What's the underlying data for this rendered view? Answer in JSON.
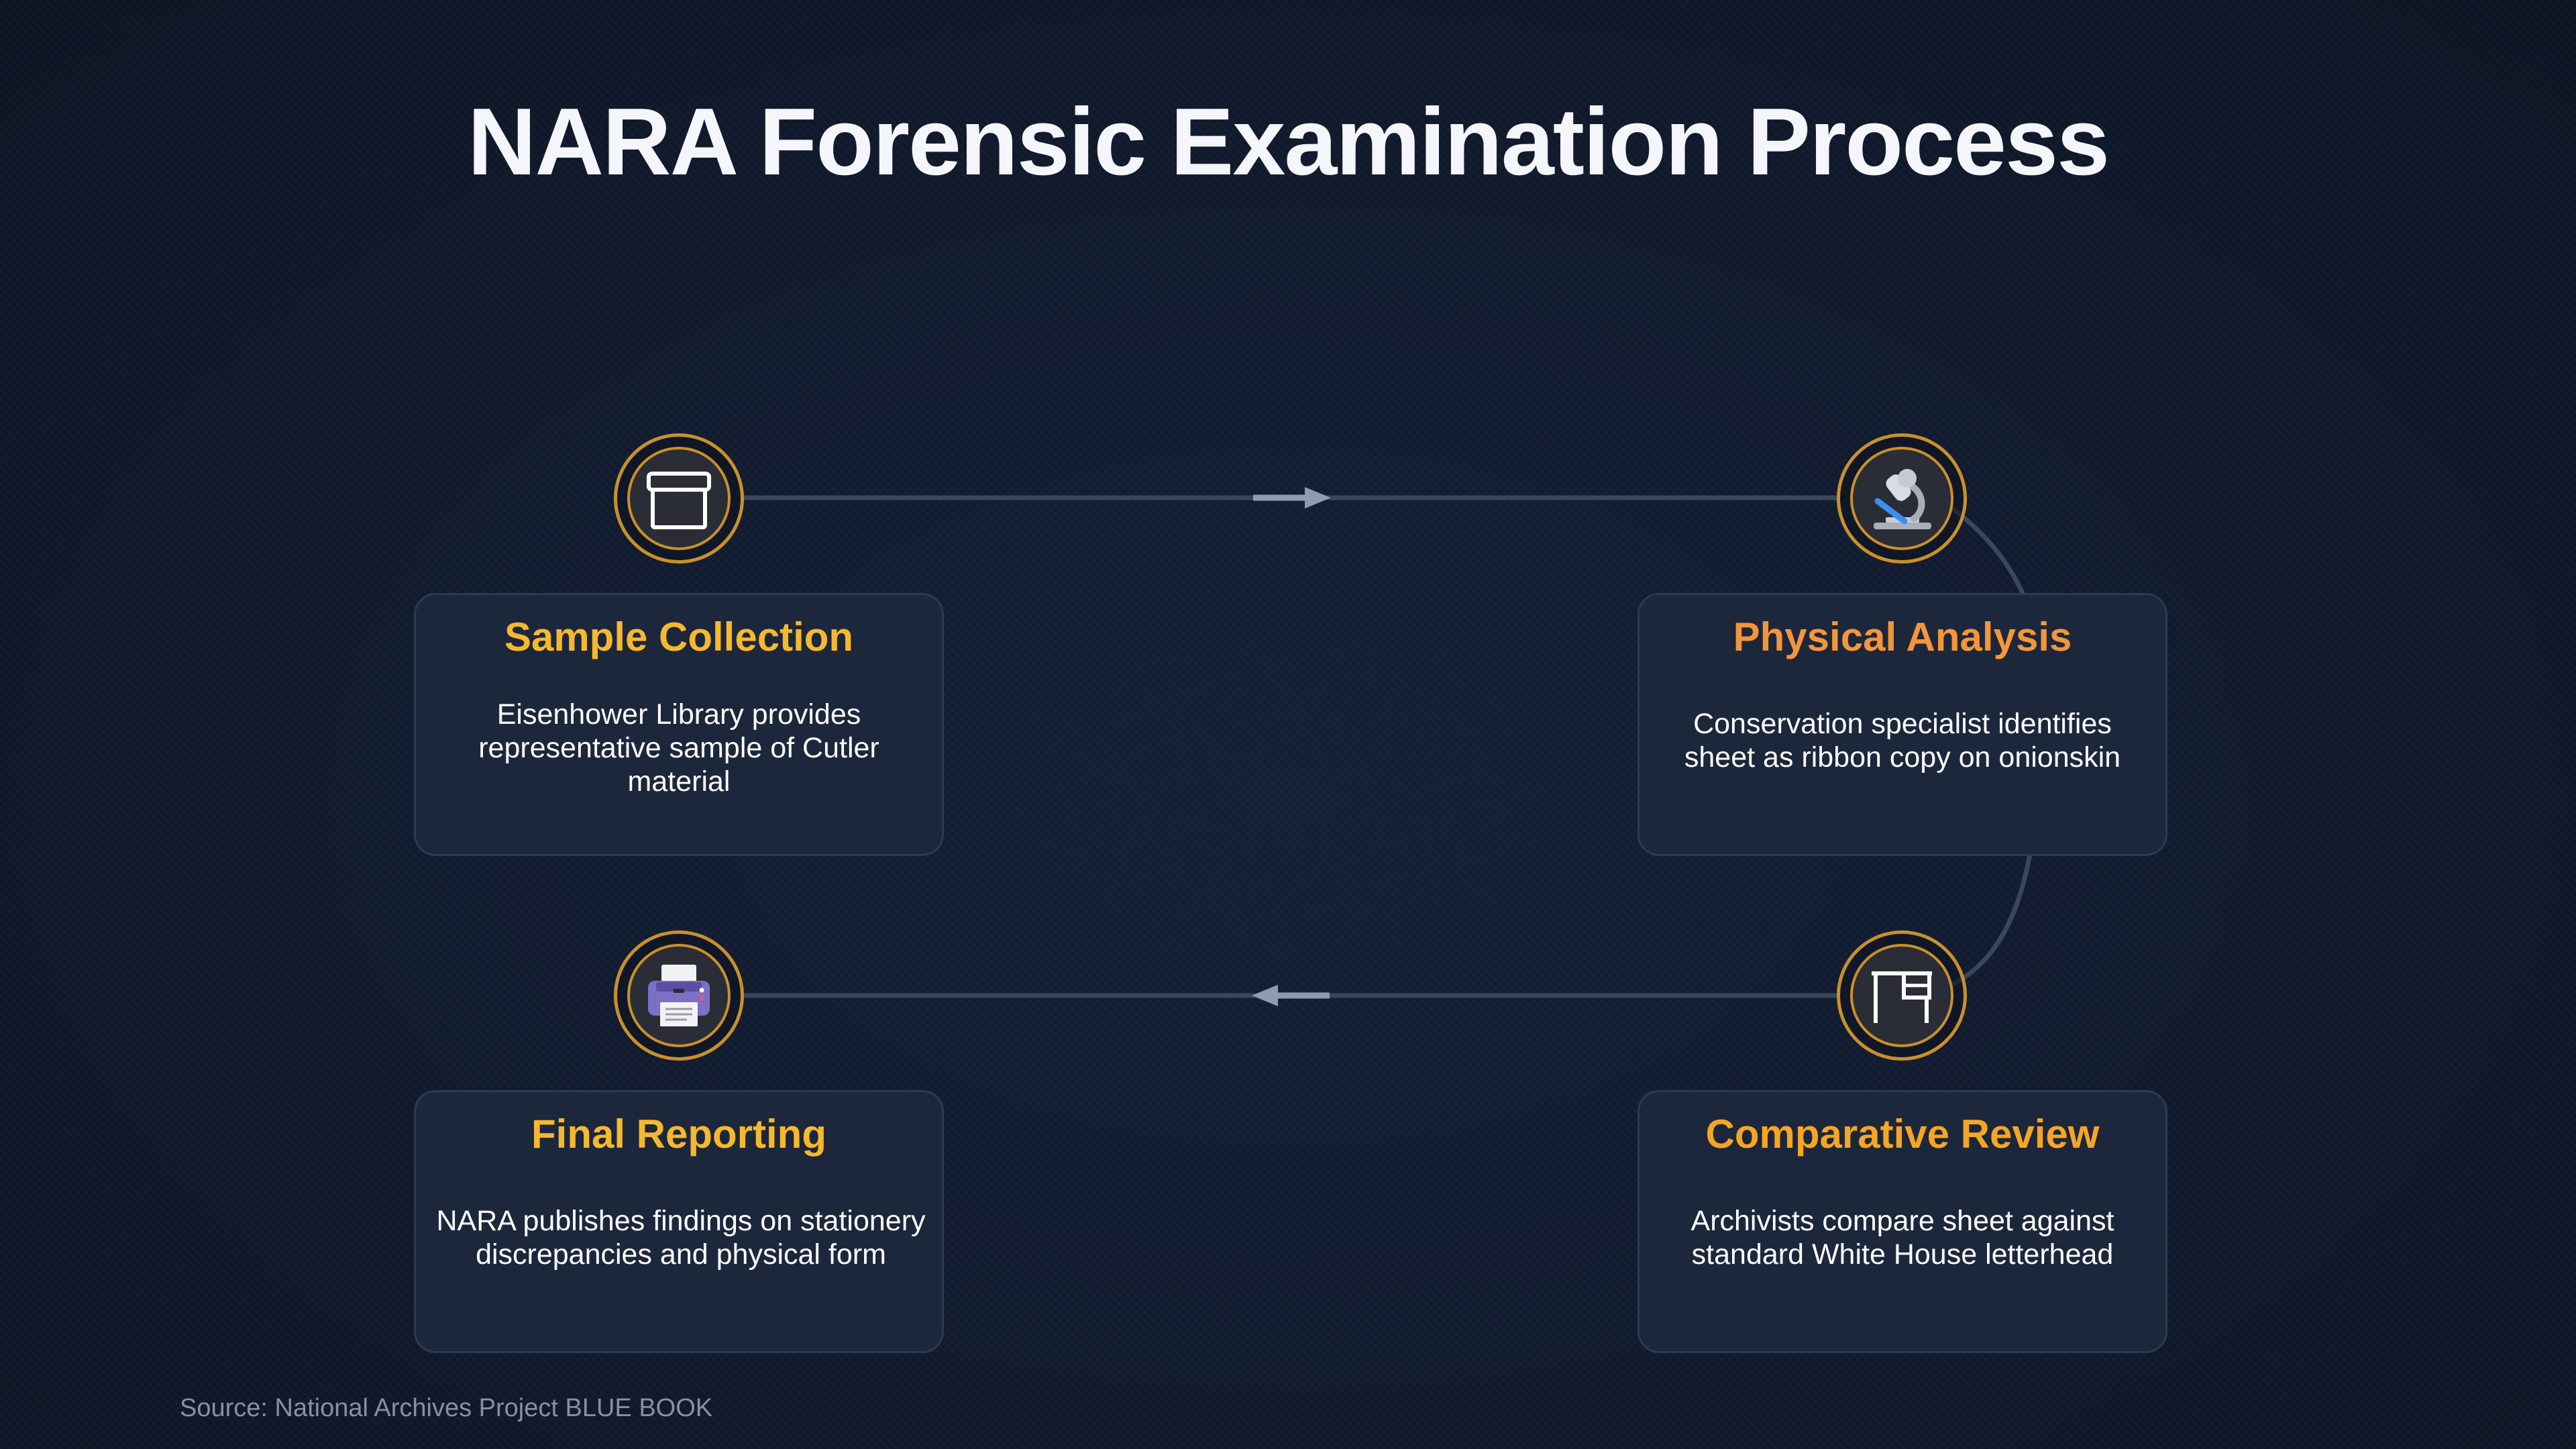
{
  "title": "NARA Forensic Examination Process",
  "accent_color": "#c9902a",
  "steps": [
    {
      "title": "Sample Collection",
      "title_color": "#f5b82e",
      "icon": "archive-box-icon",
      "description": "Eisenhower Library provides representative sample of Cutler material"
    },
    {
      "title": "Physical Analysis",
      "title_color": "#f5953a",
      "icon": "microscope-icon",
      "description": "Conservation specialist identifies sheet as ribbon copy on onionskin"
    },
    {
      "title": "Comparative Review",
      "title_color": "#f5a623",
      "icon": "desk-icon",
      "description": "Archivists compare sheet against standard White House letterhead"
    },
    {
      "title": "Final Reporting",
      "title_color": "#f5b82e",
      "icon": "printer-icon",
      "description": "NARA publishes findings on stationery discrepancies and physical form"
    }
  ],
  "source": "Source: National Archives Project BLUE BOOK"
}
